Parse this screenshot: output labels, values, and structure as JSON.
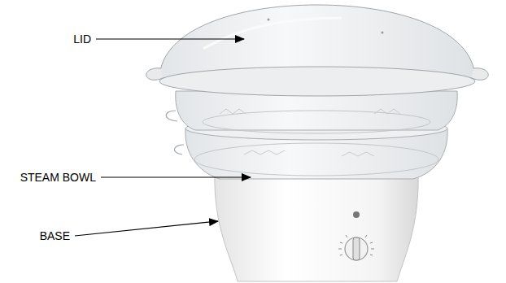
{
  "diagram": {
    "labels": [
      "LID",
      "STEAM BOWL",
      "BASE"
    ]
  }
}
